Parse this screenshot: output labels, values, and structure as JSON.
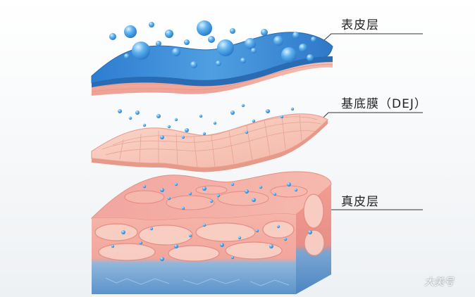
{
  "labels": {
    "epidermis": "表皮层",
    "dej": "基底膜（DEJ）",
    "dermis": "真皮层"
  },
  "watermark": "大美号",
  "colors": {
    "epidermis_blue": "#3f8fd4",
    "epidermis_dark": "#2c6fb8",
    "skin_pink": "#f4b3a6",
    "skin_light": "#fbd5cb",
    "dermis_red": "#e88a86",
    "deep_blue": "#6ea6d6",
    "droplet": "#4aa3e8"
  }
}
